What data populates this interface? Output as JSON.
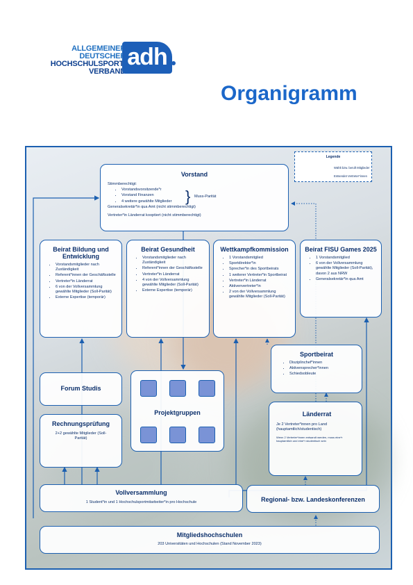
{
  "logo": {
    "line1": "ALLGEMEINER",
    "line2": "DEUTSCHER",
    "line3": "HOCHSCHULSPORT-",
    "line4": "VERBAND",
    "badge": "adh"
  },
  "title": "Organigramm",
  "legend": {
    "title": "Legende",
    "solid": "Wählt bzw. beruft Mitglieder",
    "dotted": "Entsendet Vertreter*innen"
  },
  "vorstand": {
    "title": "Vorstand",
    "stimm": "Stimmberechtigt:",
    "items": [
      "Vorstandsvorsitzende*r",
      "Vorstand Finanzen",
      "4 weitere gewählte Mitglieder"
    ],
    "muss": "Muss-Parität",
    "gen": "Generalsekretär*in qua Amt (nicht stimmberechtigt)",
    "vertreter": "Vertreter*in Länderrat kooptiert (nicht stimmberechtigt)"
  },
  "beirat_bildung": {
    "title": "Beirat Bildung und Entwicklung",
    "items": [
      "Vorstandsmitglieder nach Zuständigkeit",
      "Referent*innen der Geschäftsstelle",
      "Vertreter*in Länderrat",
      "6 von der Vollversammlung gewählte Mitglieder (Soll-Parität)",
      "Externe Expertise (temporär)"
    ]
  },
  "beirat_gesundheit": {
    "title": "Beirat Gesundheit",
    "items": [
      "Vorstandsmitglieder nach Zuständigkeit",
      "Referent*innen der Geschäftsstelle",
      "Vertreter*in Länderrat",
      "4 von der Vollversammlung gewählte Mitglieder (Soll-Parität)",
      "Externe Expertise (temporär)"
    ]
  },
  "wettkampf": {
    "title": "Wettkampfkommission",
    "items": [
      "1 Vorstandsmitglied",
      "Sportdirektor*in",
      "Sprecher*in des Sportbeirats",
      "1 weiterer Vertreter*in Sportbeirat",
      "Vertreter*in Länderrat",
      "Aktivenvertreter*in",
      "2 von der Vollversammlung gewählte Mitglieder (Soll-Parität)"
    ]
  },
  "beirat_fisu": {
    "title": "Beirat FISU Games 2025",
    "items": [
      "1 Vorstandsmitglied",
      "6 von der Vollversammlung gewählte Mitglieder (Soll-Parität), davon 2 aus NRW",
      "Generalsekretär*in qua Amt"
    ]
  },
  "sportbeirat": {
    "title": "Sportbeirat",
    "items": [
      "Disziplinchef*innen",
      "Aktivensprecher*innen",
      "Schiedsobleute"
    ]
  },
  "forum": {
    "title": "Forum Studis"
  },
  "rechnung": {
    "title": "Rechnungsprüfung",
    "text": "2+2 gewählte Mitglieder (Soll-Parität)"
  },
  "projekt": {
    "title": "Projektgruppen"
  },
  "laenderrat": {
    "title": "Länderrat",
    "text": "Je 2 Vertreter*innen pro Land (hauptamtlich/studentisch)",
    "note": "Wenn 2 Vertreter*innen entsandt werden, muss eine*r hauptamtlich und eine*r studentisch sein"
  },
  "vollversammlung": {
    "title": "Vollversammlung",
    "text": "1 Student*in und 1 Hochschulsportmitarbeiter*in pro Hochschule"
  },
  "regional": {
    "title": "Regional- bzw. Landeskonferenzen"
  },
  "mitglieds": {
    "title": "Mitgliedshochschulen",
    "text": "203 Universitäten und Hochschulen (Stand November 2023)"
  },
  "colors": {
    "brand": "#1d5fb8",
    "accent": "#1b67c9",
    "text": "#0b2f6b"
  }
}
